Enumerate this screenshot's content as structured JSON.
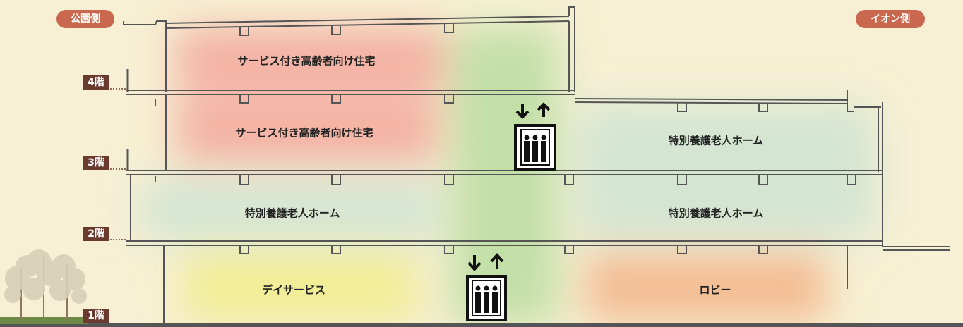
{
  "header": {
    "left_side": "公園側",
    "right_side": "イオン側"
  },
  "floors": {
    "f4": "4階",
    "f3": "3階",
    "f2": "2階",
    "f1": "1階"
  },
  "rooms": {
    "elderly_housing_4f": "サービス付き高齢者向け住宅",
    "elderly_housing_3f": "サービス付き高齢者向け住宅",
    "nursing_home_3f": "特別養護老人ホーム",
    "nursing_home_2f_left": "特別養護老人ホーム",
    "nursing_home_2f_right": "特別養護老人ホーム",
    "day_service": "デイサービス",
    "lobby": "ロビー"
  },
  "colors": {
    "background": "#f7f0d4",
    "elderly_housing": "#f2a49a",
    "nursing_home": "#cfe3d2",
    "elevator_zone": "#b8dca0",
    "day_service": "#f1ec8c",
    "lobby": "#f3b58a",
    "floor_label": "#6b3a2f",
    "side_pill": "#c9684f",
    "outline": "#555555"
  },
  "icons": {
    "elevator": "elevator-icon",
    "arrows": "up-down-arrows-icon",
    "trees": "tree-icon"
  }
}
